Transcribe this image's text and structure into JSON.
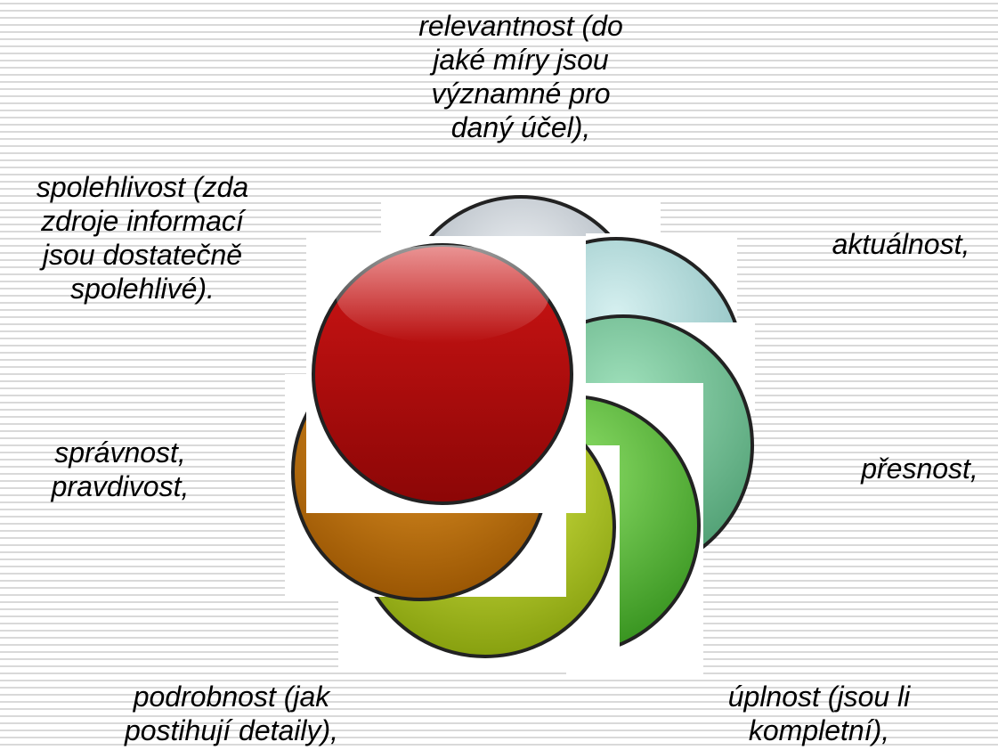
{
  "labels": {
    "relevance": "relevantnost (do\njaké míry jsou\nvýznamné pro\ndaný účel),",
    "timeliness": "aktuálnost,",
    "accuracy": "přesnost,",
    "completeness": "úplnost (jsou li\nkompletní),",
    "detail": "podrobnost (jak\npostihují detaily),",
    "correctness": "správnost,\npravdivost,",
    "reliability": "spolehlivost (zda\nzdroje informací\njsou dostatečně\nspolehlivé)."
  },
  "circles": [
    {
      "name": "gray-circle",
      "color": "#b9c3cc"
    },
    {
      "name": "teal-circle",
      "color": "#9ccccc"
    },
    {
      "name": "seagreen-circle",
      "color": "#6cbf93"
    },
    {
      "name": "green-circle",
      "color": "#52b23c"
    },
    {
      "name": "yellowgreen-circle",
      "color": "#a9c41c"
    },
    {
      "name": "orange-circle",
      "color": "#c07408"
    },
    {
      "name": "red-circle",
      "color": "#b00c0c"
    }
  ]
}
